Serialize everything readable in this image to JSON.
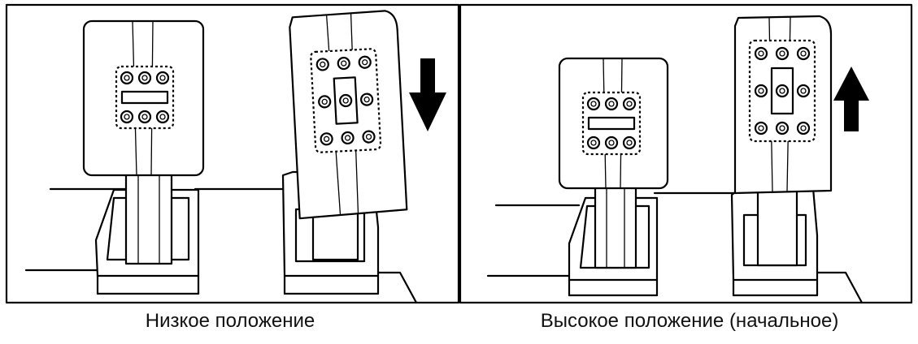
{
  "figure": {
    "panels": [
      {
        "id": "low",
        "caption": "Низкое положение",
        "arrow_direction": "down"
      },
      {
        "id": "high",
        "caption": "Высокое положение (начальное)",
        "arrow_direction": "up"
      }
    ],
    "colors": {
      "stroke": "#000000",
      "background": "#ffffff"
    }
  }
}
